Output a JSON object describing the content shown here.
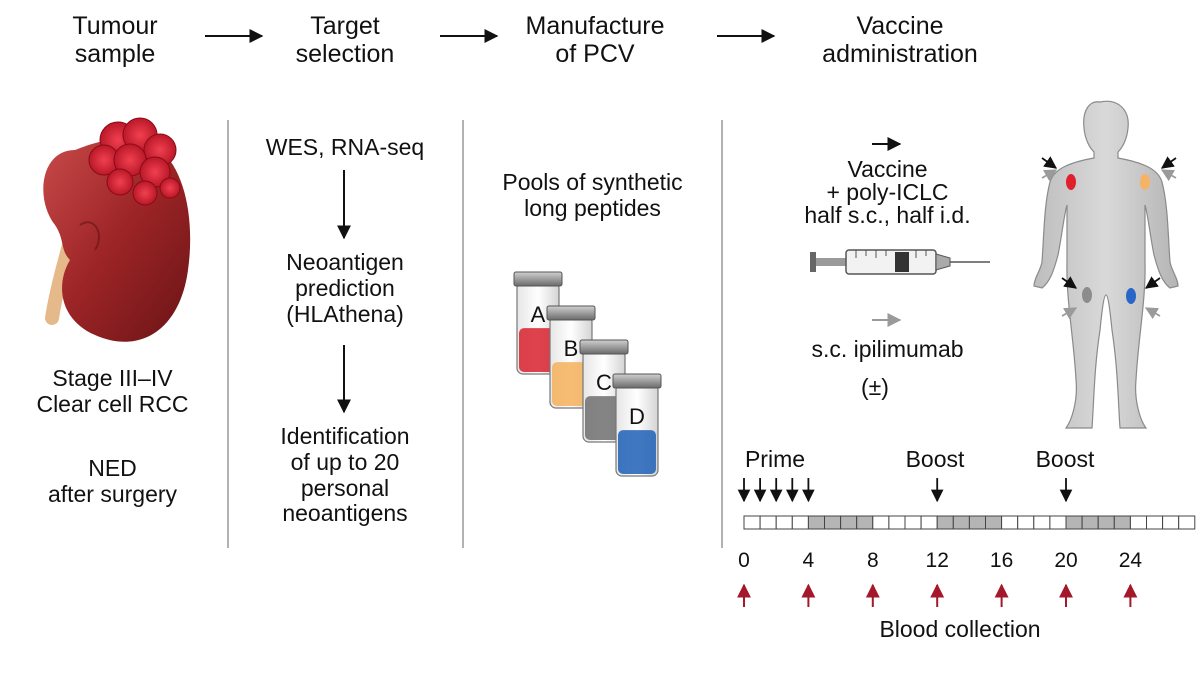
{
  "steps": [
    {
      "title": "Tumour\nsample"
    },
    {
      "title": "Target\nselection"
    },
    {
      "title": "Manufacture\nof PCV"
    },
    {
      "title": "Vaccine\nadministration"
    }
  ],
  "tumour": {
    "stage": "Stage III–IV\nClear cell RCC",
    "ned": "NED\nafter surgery"
  },
  "target": {
    "seq": "WES, RNA-seq",
    "prediction": "Neoantigen\nprediction\n(HLAthena)",
    "identification": "Identification\nof up to 20\npersonal\nneoantigens"
  },
  "manufacture": {
    "pools": "Pools of synthetic\nlong peptides",
    "vials": [
      {
        "label": "A",
        "color": "#d8212e"
      },
      {
        "label": "B",
        "color": "#f5b05a"
      },
      {
        "label": "C",
        "color": "#6e6e6e"
      },
      {
        "label": "D",
        "color": "#1f5fb6"
      }
    ]
  },
  "administration": {
    "vaccine": "Vaccine\n+ poly-ICLC\nhalf s.c., half i.d.",
    "ipilimumab": "s.c. ipilimumab",
    "optional": "(±)",
    "vaccine_arrow_color": "#111111",
    "ipi_arrow_color": "#9a9a9a",
    "injection_sites": [
      {
        "site": "left-arm",
        "color": "#e0202a"
      },
      {
        "site": "right-arm",
        "color": "#f6b365"
      },
      {
        "site": "left-thigh",
        "color": "#8c8c8c"
      },
      {
        "site": "right-thigh",
        "color": "#2a66c8"
      }
    ]
  },
  "timeline": {
    "prime": "Prime",
    "boost1": "Boost",
    "boost2": "Boost",
    "ticks": [
      "0",
      "4",
      "8",
      "12",
      "16",
      "20",
      "24"
    ],
    "blood": "Blood collection",
    "blood_color": "#a3182a",
    "week_max": 28,
    "prime_weeks": [
      0,
      1,
      2,
      3,
      4
    ],
    "boost_weeks": [
      12,
      20
    ],
    "shaded_ranges": [
      [
        4,
        8
      ],
      [
        12,
        16
      ],
      [
        20,
        24
      ]
    ],
    "blood_weeks": [
      0,
      4,
      8,
      12,
      16,
      20,
      24
    ]
  }
}
